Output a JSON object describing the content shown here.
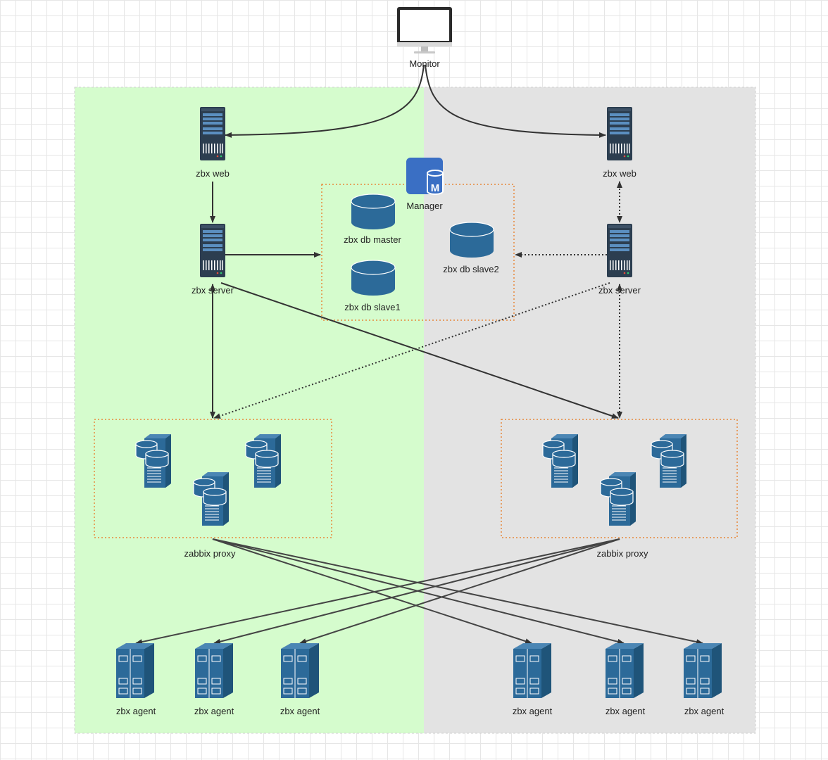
{
  "colors": {
    "left_zone": "#d5fccd",
    "right_zone": "#e3e3e3",
    "group_border": "#e8883a",
    "icon_blue": "#2c6a99",
    "server_dark": "#2c3e50",
    "manager_blue": "#3a6fc4",
    "line": "#333333"
  },
  "monitor": {
    "label": "Monitor",
    "icon": "monitor-icon"
  },
  "left": {
    "web_label": "zbx web",
    "server_label": "zbx server",
    "proxy_label": "zabbix proxy",
    "agents": [
      "zbx agent",
      "zbx agent",
      "zbx agent"
    ]
  },
  "right": {
    "web_label": "zbx web",
    "server_label": "zbx server",
    "proxy_label": "zabbix proxy",
    "agents": [
      "zbx agent",
      "zbx agent",
      "zbx agent"
    ]
  },
  "db_cluster": {
    "manager_label": "Manager",
    "manager_badge": "M",
    "master_label": "zbx db master",
    "slave1_label": "zbx db slave1",
    "slave2_label": "zbx db slave2"
  }
}
